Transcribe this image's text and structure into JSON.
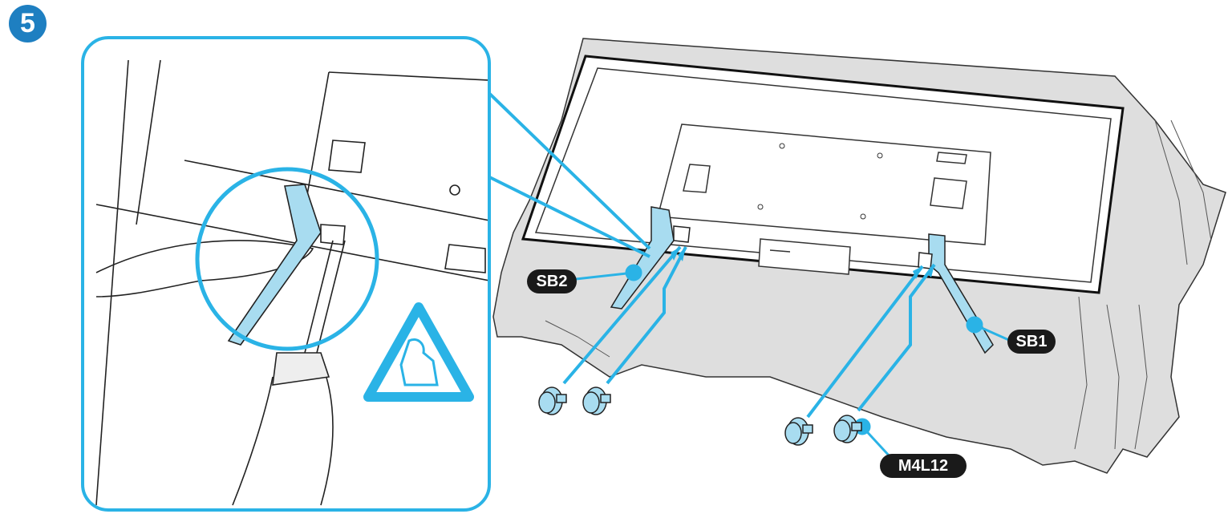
{
  "step": {
    "number": "5"
  },
  "labels": {
    "sb2": "SB2",
    "sb1": "SB1",
    "screw": "M4L12"
  },
  "icons": {
    "step_badge": "step-number-badge",
    "warning": "pinch-finger-caution-icon",
    "screw": "screw-icon"
  },
  "colors": {
    "accent": "#2ab3e6",
    "step_badge": "#1e7fc1",
    "label_bg": "#1a1a1a",
    "cloth": "#dcdcdc",
    "outline": "#222222"
  }
}
